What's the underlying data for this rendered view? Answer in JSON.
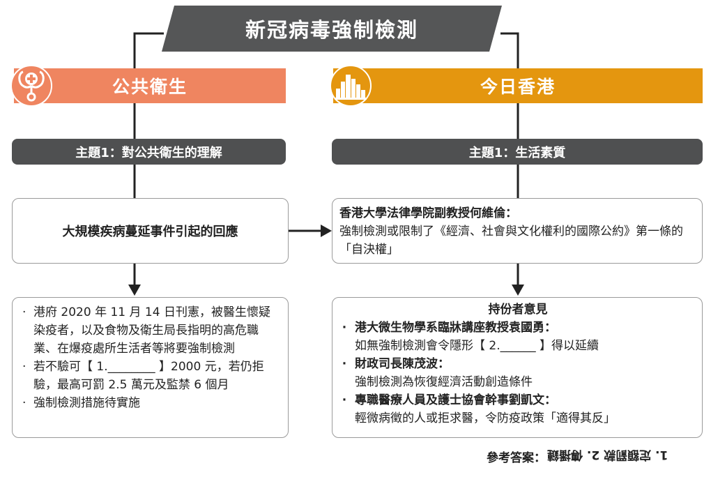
{
  "title": "新冠病毒強制檢測",
  "left": {
    "category": "公共衛生",
    "theme": "主題1：對公共衛生的理解",
    "issue": "大規模疾病蔓延事件引起的回應",
    "facts": [
      "港府 2020 年 11 月 14 日刊憲，被醫生懷疑染疫者，以及食物及衛生局長指明的高危職業、在爆疫處所生活者等將要強制檢測",
      "若不驗可【 1.________ 】2000 元，若仍拒驗，最高可罰 2.5 萬元及監禁 6 個月",
      "強制檢測措施待實施"
    ]
  },
  "right": {
    "category": "今日香港",
    "theme": "主題1：生活素質",
    "quote_head": "香港大學法律學院副教授何維倫：",
    "quote_body": "強制檢測或限制了《經濟、社會與文化權利的國際公約》第一條的「自決權」",
    "views_title": "持份者意見",
    "views": [
      {
        "head": "港大微生物學系臨牀講座教授袁國勇：",
        "body": "如無強制檢測會令隱形【 2.______ 】得以延續"
      },
      {
        "head": "財政司長陳茂波：",
        "body": "強制檢測為恢復經濟活動創造條件"
      },
      {
        "head": "專職醫療人員及護士協會幹事劉凱文：",
        "body": "輕微病徵的人或拒求醫，令防疫政策「適得其反」"
      }
    ]
  },
  "bullet_symbol": "‧",
  "answer": {
    "label": "參考答案：",
    "text": "1. 定額罰款  2. 傳播鏈"
  },
  "colors": {
    "public_health": "#ef8560",
    "today_hk": "#e4960f",
    "dark_bar": "#4f5051",
    "title_bar": "#555657"
  },
  "icons": {
    "left": "stethoscope-cross-icon",
    "right": "city-skyline-icon"
  }
}
